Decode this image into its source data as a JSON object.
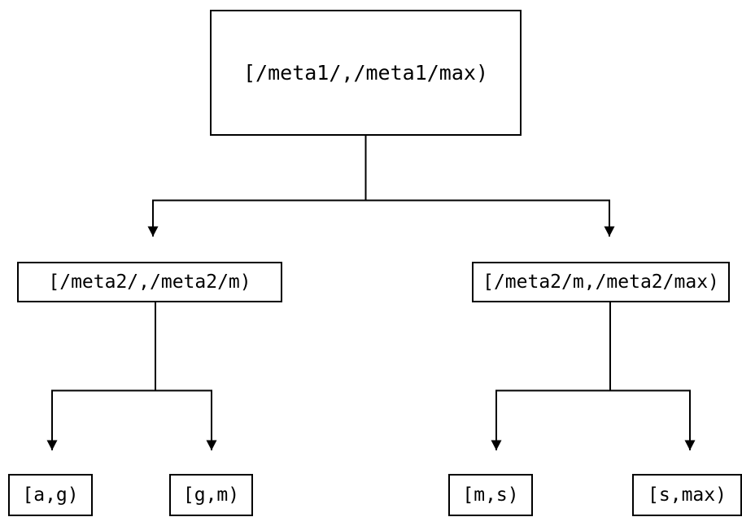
{
  "diagram": {
    "type": "binary-tree",
    "title": "",
    "background_color": "#ffffff",
    "stroke_color": "#000000",
    "text_color": "#000000",
    "stroke_width": 2,
    "edge_style": "orthogonal-elbow",
    "arrowhead": "solid-triangle-down",
    "levels": 3,
    "nodes": {
      "root": {
        "label": "[/meta1/,/meta1/max)",
        "level": 0
      },
      "mid_left": {
        "label": "[/meta2/,/meta2/m)",
        "level": 1
      },
      "mid_right": {
        "label": "[/meta2/m,/meta2/max)",
        "level": 1
      },
      "leaf_1": {
        "label": "[a,g)",
        "level": 2
      },
      "leaf_2": {
        "label": "[g,m)",
        "level": 2
      },
      "leaf_3": {
        "label": "[m,s)",
        "level": 2
      },
      "leaf_4": {
        "label": "[s,max)",
        "level": 2
      }
    },
    "edges": [
      {
        "from": "root",
        "to": "mid_left"
      },
      {
        "from": "root",
        "to": "mid_right"
      },
      {
        "from": "mid_left",
        "to": "leaf_1"
      },
      {
        "from": "mid_left",
        "to": "leaf_2"
      },
      {
        "from": "mid_right",
        "to": "leaf_3"
      },
      {
        "from": "mid_right",
        "to": "leaf_4"
      }
    ]
  }
}
